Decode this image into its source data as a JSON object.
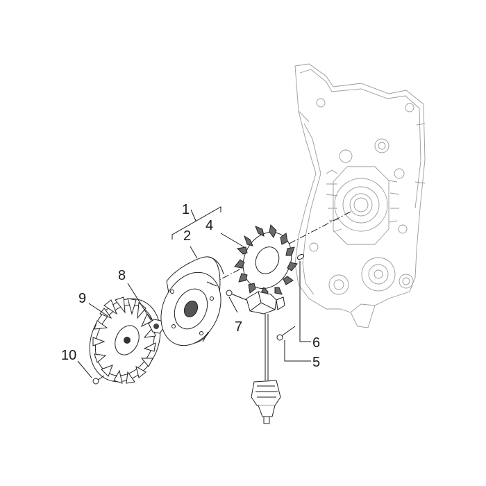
{
  "callouts": [
    {
      "id": "1",
      "label": "1"
    },
    {
      "id": "2",
      "label": "2"
    },
    {
      "id": "4",
      "label": "4"
    },
    {
      "id": "8",
      "label": "8"
    },
    {
      "id": "9",
      "label": "9"
    },
    {
      "id": "7",
      "label": "7"
    },
    {
      "id": "6",
      "label": "6"
    },
    {
      "id": "5",
      "label": "5"
    },
    {
      "id": "10",
      "label": "10"
    }
  ]
}
